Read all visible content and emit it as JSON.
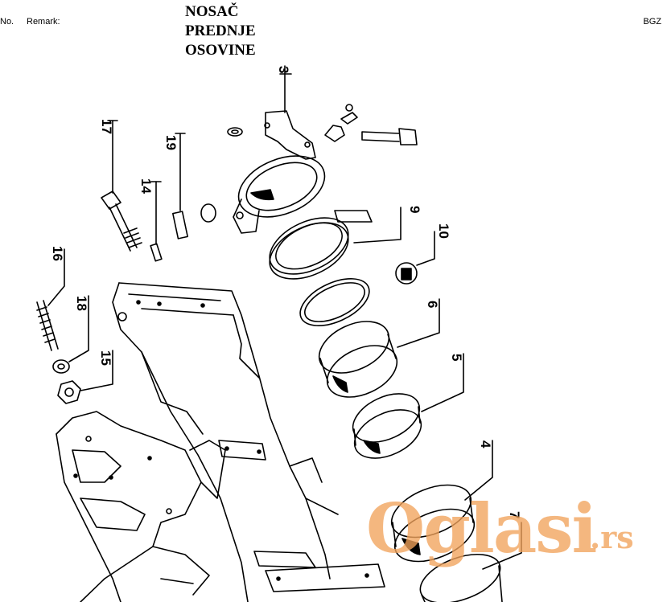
{
  "header": {
    "no_label": "No.",
    "remark_label": "Remark:",
    "code": "BGZ"
  },
  "title_lines": [
    "NOSAČ",
    "PREDNJE",
    "OSOVINE"
  ],
  "part_numbers": {
    "p3": "3",
    "p4": "4",
    "p5": "5",
    "p6": "6",
    "p7": "7",
    "p9": "9",
    "p10": "10",
    "p14": "14",
    "p15": "15",
    "p16": "16",
    "p17": "17",
    "p18": "18",
    "p19": "19"
  },
  "watermark": {
    "brand": "Oglasi",
    "tld": ".rs"
  },
  "colors": {
    "line": "#000000",
    "watermark": "#f2a35c"
  }
}
